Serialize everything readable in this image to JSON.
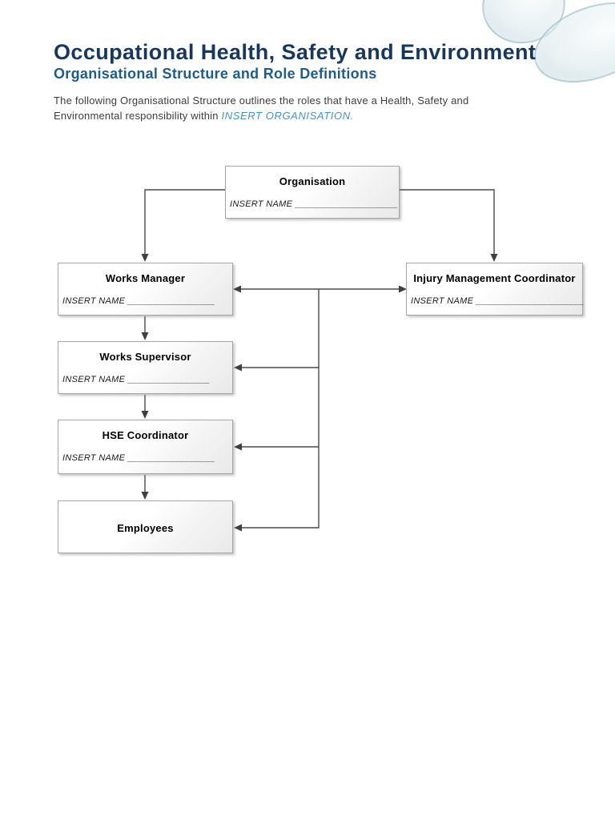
{
  "document": {
    "title": "Occupational Health, Safety and Environment",
    "subtitle": "Organisational Structure and Role Definitions",
    "intro": {
      "line1": "The following Organisational Structure outlines the roles that have a Health, Safety and",
      "line2_prefix": "Environmental responsibility within ",
      "organisation_placeholder": "INSERT ORGANISATION."
    }
  },
  "colors": {
    "title_navy": "#17375d",
    "subtitle_blue": "#1f5c8b",
    "body_text": "#3d3d3d",
    "placeholder_blue": "#4a90c2",
    "connector_gray": "#4a4a4a",
    "box_border_gray": "#a6a6a6",
    "bubble_teal": "#9abac4"
  },
  "orgchart": {
    "nodes": [
      {
        "key": "organisation",
        "title": "Organisation",
        "name_line": "INSERT NAME ____________________"
      },
      {
        "key": "works-manager",
        "title": "Works Manager",
        "name_line": "INSERT NAME _________________"
      },
      {
        "key": "injury-management-coordinator",
        "title": "Injury Management Coordinator",
        "name_line": "INSERT NAME _____________________"
      },
      {
        "key": "works-supervisor",
        "title": "Works Supervisor",
        "name_line": "INSERT NAME ________________"
      },
      {
        "key": "hse-coordinator",
        "title": "HSE Coordinator",
        "name_line": "INSERT NAME _________________"
      },
      {
        "key": "employees",
        "title": "Employees",
        "name_line": ""
      }
    ]
  }
}
